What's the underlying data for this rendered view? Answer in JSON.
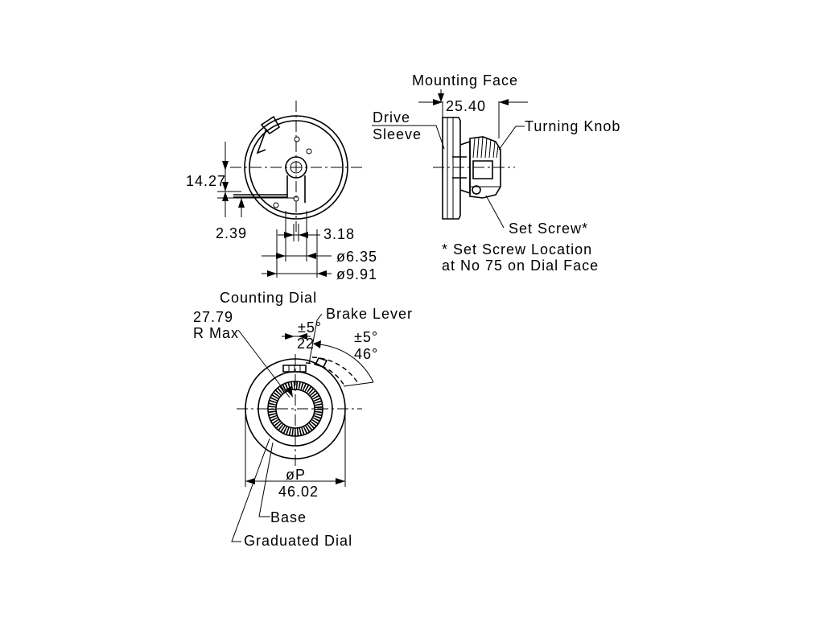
{
  "labels": {
    "mounting_face": "Mounting Face",
    "drive": "Drive",
    "sleeve": "Sleeve",
    "turning_knob": "Turning Knob",
    "set_screw": "Set Screw*",
    "set_screw_note_1": "* Set Screw Location",
    "set_screw_note_2": "at No 75 on Dial Face",
    "counting_dial": "Counting Dial",
    "brake_lever": "Brake Lever",
    "r_max_value": "27.79",
    "r_max": "R Max",
    "base": "Base",
    "graduated_dial": "Graduated Dial"
  },
  "dimensions": {
    "width_25_40": "25.40",
    "height_14_27": "14.27",
    "height_2_39": "2.39",
    "width_3_18": "3.18",
    "dia_6_35": "ø6.35",
    "dia_9_91": "ø9.91",
    "tol_5_a": "±5°",
    "angle_22": "22",
    "tol_5_b": "±5°",
    "angle_46": "46°",
    "dia_p": "øP",
    "dia_46_02": "46.02"
  }
}
